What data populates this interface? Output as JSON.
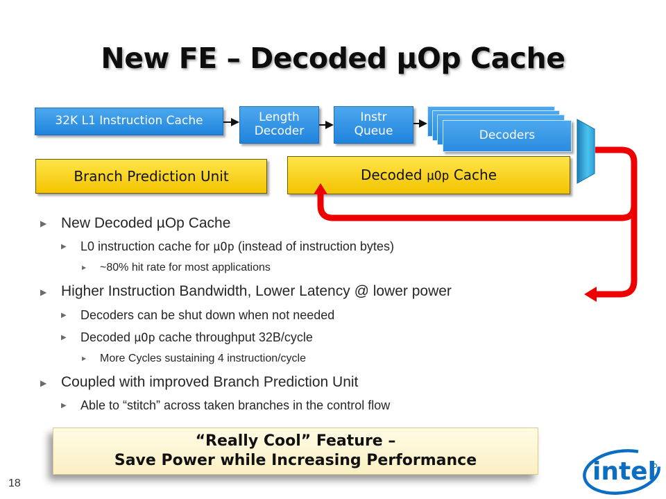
{
  "title": "New FE – Decoded µOp Cache",
  "diagram": {
    "l1_cache": "32K L1 Instruction Cache",
    "length_decoder_line1": "Length",
    "length_decoder_line2": "Decoder",
    "instr_queue_line1": "Instr",
    "instr_queue_line2": "Queue",
    "decoders": "Decoders",
    "branch_unit": "Branch Prediction Unit",
    "uop_cache_prefix": "Decoded ",
    "uop_cache_mu": "µOp",
    "uop_cache_suffix": " Cache"
  },
  "bullets": {
    "b1": "New Decoded µOp Cache",
    "b1_1_pre": "L0 instruction cache for ",
    "b1_1_mu": "µOp",
    "b1_1_post": " (instead of instruction bytes)",
    "b1_1_1": "~80% hit rate for most applications",
    "b2": "Higher Instruction Bandwidth, Lower Latency @ lower power",
    "b2_1": "Decoders can be shut down when not needed",
    "b2_2_pre": "Decoded ",
    "b2_2_mu": "µOp",
    "b2_2_post": " cache throughput 32B/cycle",
    "b2_2_1": "More Cycles sustaining 4 instruction/cycle",
    "b3": "Coupled with improved Branch Prediction Unit",
    "b3_1": "Able to “stitch” across taken branches in the control flow"
  },
  "callout": {
    "line1": "“Really Cool” Feature –",
    "line2": "Save Power while Increasing Performance"
  },
  "page_number": "18",
  "logo_text": "intel",
  "colors": {
    "blue": "#2a8ce0",
    "yellow": "#f7d41a",
    "arrow_red": "#ee0000",
    "intel_blue": "#0a6fc2"
  }
}
